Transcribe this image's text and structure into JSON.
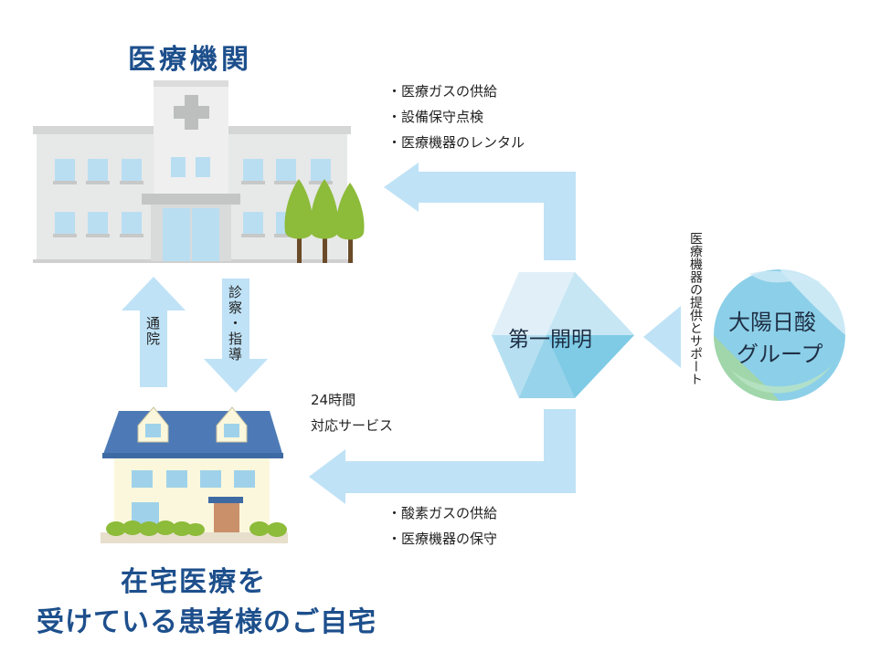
{
  "hospital": {
    "title": "医療機関"
  },
  "home": {
    "title_line1": "在宅医療を",
    "title_line2": "受けている患者様のご自宅"
  },
  "center": {
    "name": "第一開明"
  },
  "group": {
    "name_line1": "大陽日酸",
    "name_line2": "グループ"
  },
  "arrows": {
    "tsuin": "通院",
    "shinsatsu": "診察・指導",
    "group_support": "医療機器の提供とサポート"
  },
  "services_hospital": [
    "・医療ガスの供給",
    "・設備保守点検",
    "・医療機器のレンタル"
  ],
  "services_home": [
    "・酸素ガスの供給",
    "・医療機器の保守"
  ],
  "service_24h": {
    "line1": "24時間",
    "line2": "対応サービス"
  },
  "colors": {
    "arrow": "#bfe2f6",
    "title": "#1d4f8c",
    "hex_light": "#d7ecf7",
    "hex_mid": "#a9dbef",
    "hex_dark": "#8fd1ea",
    "tree": "#8dbb3a",
    "roof": "#4d7ab6"
  }
}
